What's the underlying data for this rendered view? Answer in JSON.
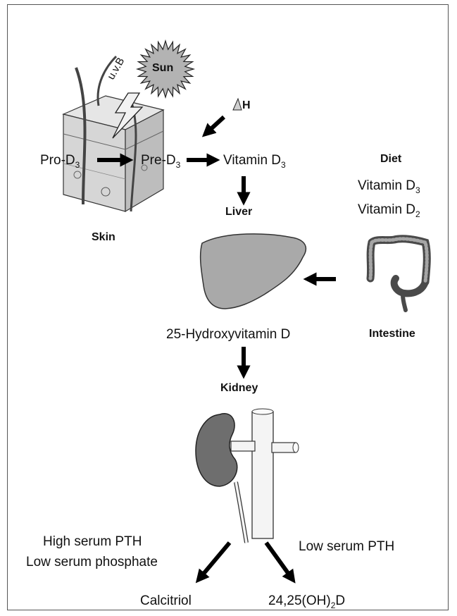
{
  "labels": {
    "sun": "Sun",
    "uvb": "u.v.B",
    "delta_h": "H",
    "pro_d3": "Pro-D",
    "pro_d3_sub": "3",
    "pre_d3": "Pre-D",
    "pre_d3_sub": "3",
    "vitamin_d3": "Vitamin D",
    "vitamin_d3_sub": "3",
    "liver": "Liver",
    "skin": "Skin",
    "diet": "Diet",
    "diet_vit_d3": "Vitamin D",
    "diet_vit_d3_sub": "3",
    "diet_vit_d2": "Vitamin D",
    "diet_vit_d2_sub": "2",
    "hydroxy": "25-Hydroxyvitamin D",
    "intestine": "Intestine",
    "kidney": "Kidney",
    "high_pth": "High serum PTH",
    "low_phosphate": "Low serum phosphate",
    "low_pth": "Low serum PTH",
    "calcitriol": "Calcitriol",
    "dihydroxy_prefix": "24,25(OH)",
    "dihydroxy_sub": "2",
    "dihydroxy_suffix": "D"
  },
  "colors": {
    "sun_fill": "#b3b3b3",
    "liver_fill": "#a9a9a9",
    "kidney_fill": "#6e6e6e",
    "arrow": "#000000"
  }
}
